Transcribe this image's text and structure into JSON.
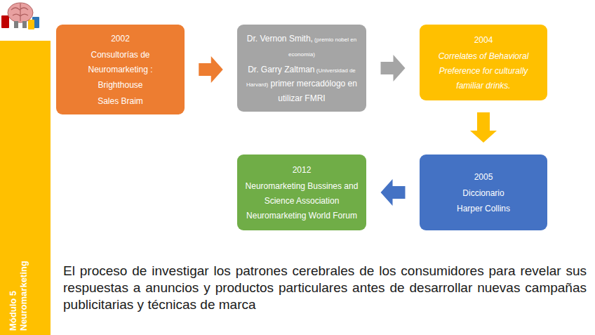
{
  "diagram": {
    "caption": "El proceso de investigar los patrones cerebrales de los consumidores para revelar sus respuestas a anuncios y productos particulares antes de desarrollar nuevas campañas publicitarias y técnicas de marca",
    "nodes": [
      {
        "text": [
          "2002",
          "Consultorías de Neuromarketing :",
          "Brighthouse",
          "Sales Braim"
        ]
      },
      {
        "text": [
          "Dr. Vernon Smith,",
          "(premio nobel en economía)",
          "Dr. Garry Zaltman",
          "(Universidad de Harvard)",
          "primer mercadólogo en utilizar FMRI"
        ]
      },
      {
        "text": [
          "2004",
          "Correlates of Behavioral Preference for culturally familiar drinks."
        ]
      },
      {
        "text": [
          "2005",
          "Diccionario",
          "Harper Collins"
        ]
      },
      {
        "text": [
          "2012",
          "Neuromarketing Bussines and Science Association Neuromarketing World Forum"
        ]
      }
    ],
    "edges": [
      {
        "from": 0,
        "to": 1,
        "arrow": "to"
      },
      {
        "from": 1,
        "to": 2,
        "arrow": "to"
      },
      {
        "from": 2,
        "to": 3,
        "arrow": "to"
      },
      {
        "from": 3,
        "to": 4,
        "arrow": "to"
      }
    ],
    "labels": [
      "Módulo 5",
      "Neuromarketing"
    ]
  }
}
